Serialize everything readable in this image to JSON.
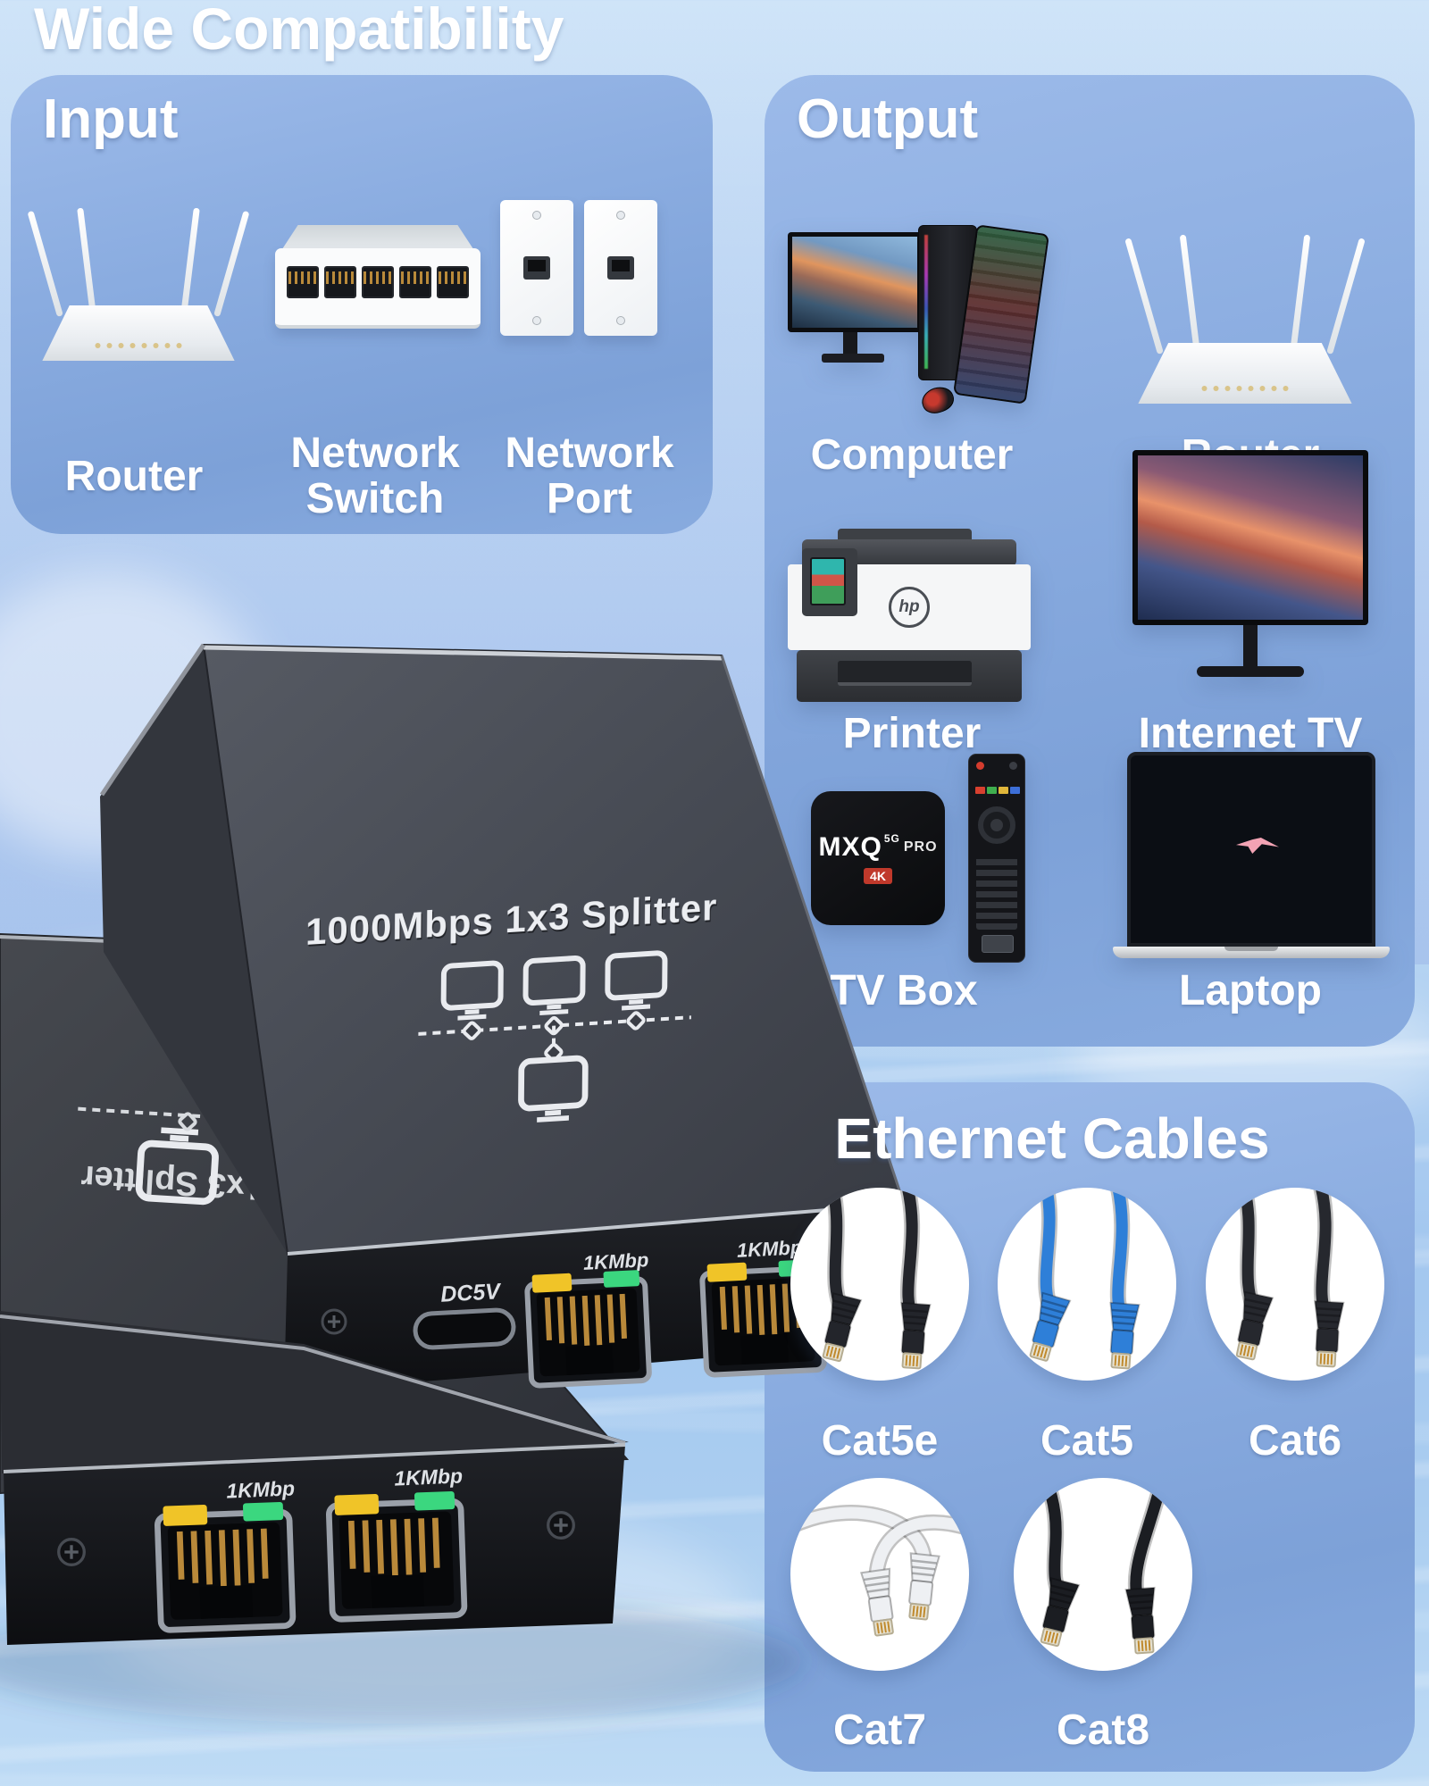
{
  "page_title": "Wide Compatibility",
  "input_panel": {
    "title": "Input",
    "items": [
      {
        "label": "Router"
      },
      {
        "label": "Network Switch"
      },
      {
        "label": "Network Port"
      }
    ]
  },
  "output_panel": {
    "title": "Output",
    "items": [
      {
        "label": "Computer"
      },
      {
        "label": "Router"
      },
      {
        "label": "Printer"
      },
      {
        "label": "Internet TV"
      },
      {
        "label": "TV Box"
      },
      {
        "label": "Laptop"
      }
    ]
  },
  "ethernet_panel": {
    "title": "Ethernet Cables",
    "items": [
      {
        "label": "Cat5e",
        "cable_color": "#23252b"
      },
      {
        "label": "Cat5",
        "cable_color": "#2e7fd8"
      },
      {
        "label": "Cat6",
        "cable_color": "#26282e"
      },
      {
        "label": "Cat7",
        "cable_color": "#eef0f3"
      },
      {
        "label": "Cat8",
        "cable_color": "#1b1d22"
      }
    ]
  },
  "splitter_device": {
    "top_label": "1000Mbps 1x3 Splitter",
    "power_port_label": "DC5V",
    "lan_port_label": "1KMbp"
  },
  "tv_box": {
    "brand": "MXQ",
    "brand_suffix": "PRO",
    "badge_5g": "5G",
    "badge_4k": "4K"
  },
  "printer": {
    "logo": "hp"
  },
  "colors": {
    "panel_blue": "#86a9dd",
    "label_white": "#ffffff",
    "led_yellow": "#f0c428",
    "led_green": "#3bd77f",
    "device_dark": "#3f434c"
  }
}
